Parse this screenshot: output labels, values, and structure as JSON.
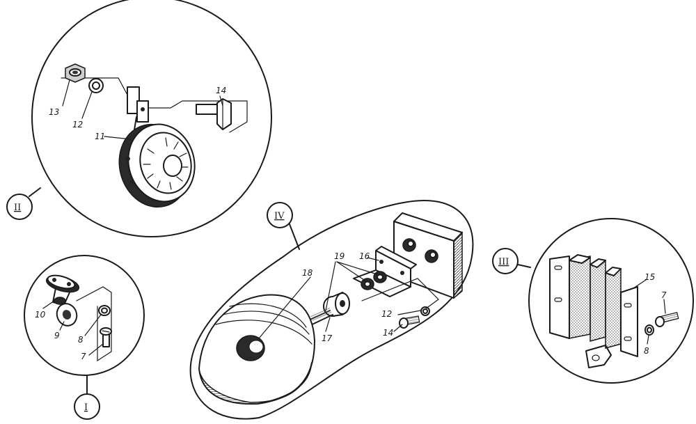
{
  "views": {
    "I": {
      "label": "I"
    },
    "II": {
      "label": "II"
    },
    "III": {
      "label": "III"
    },
    "IV": {
      "label": "IV"
    }
  },
  "callouts": {
    "II": {
      "c13": "13",
      "c12": "12",
      "c14": "14",
      "c11": "11"
    },
    "I": {
      "c10": "10",
      "c9": "9",
      "c8": "8",
      "c7": "7"
    },
    "IV": {
      "c18": "18",
      "c19": "19",
      "c16": "16",
      "c12": "12",
      "c14": "14",
      "c17": "17"
    },
    "III": {
      "c15": "15",
      "c7": "7",
      "c8": "8"
    }
  }
}
